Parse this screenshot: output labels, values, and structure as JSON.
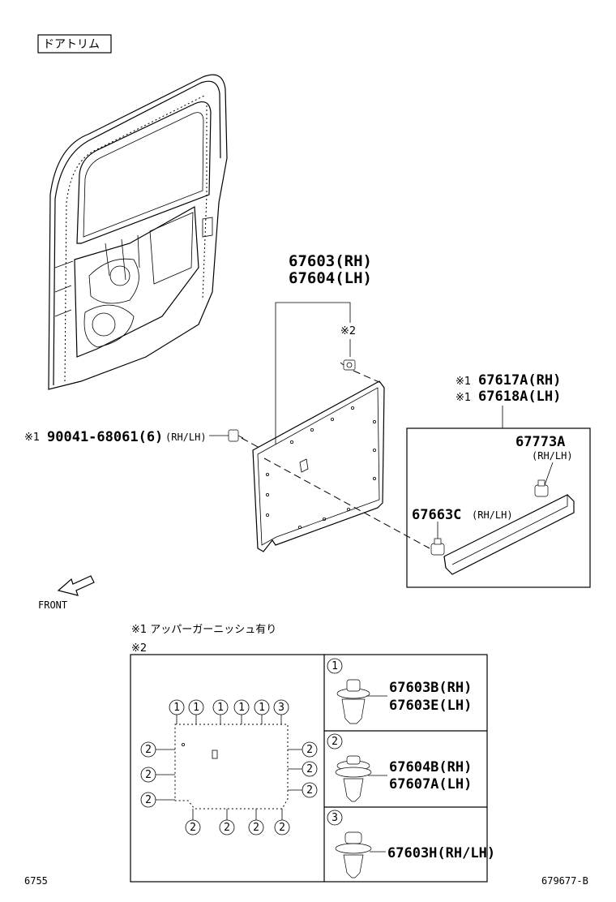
{
  "section_title": "ドアトリム",
  "front_label": "FRONT",
  "parts": {
    "board_rh": "67603(RH)",
    "board_lh": "67604(LH)",
    "clip_note_mark": "※2",
    "bolt_mark": "※1",
    "bolt_number": "90041-68061(6)",
    "bolt_side": "(RH/LH)",
    "garnish_rh_mark": "※1",
    "garnish_rh": "67617A(RH)",
    "garnish_lh_mark": "※1",
    "garnish_lh": "67618A(LH)",
    "clip_a_number": "67773A",
    "clip_a_side": "(RH/LH)",
    "clip_c_number": "67663C",
    "clip_c_side": "(RH/LH)"
  },
  "notes": {
    "note1": "※1 アッパーガーニッシュ有り",
    "note2": "※2"
  },
  "clip_table": {
    "markers_top": [
      "1",
      "1",
      "1",
      "1",
      "1",
      "3"
    ],
    "markers_left": [
      "2",
      "2",
      "2"
    ],
    "markers_right": [
      "2",
      "2",
      "2"
    ],
    "markers_bottom": [
      "2",
      "2",
      "2",
      "2"
    ],
    "rows": [
      {
        "marker": "1",
        "lines": [
          "67603B(RH)",
          "67603E(LH)"
        ]
      },
      {
        "marker": "2",
        "lines": [
          "67604B(RH)",
          "67607A(LH)"
        ]
      },
      {
        "marker": "3",
        "lines": [
          "67603H(RH/LH)"
        ]
      }
    ]
  },
  "footer": {
    "left_code": "6755",
    "right_code": "679677-B"
  }
}
